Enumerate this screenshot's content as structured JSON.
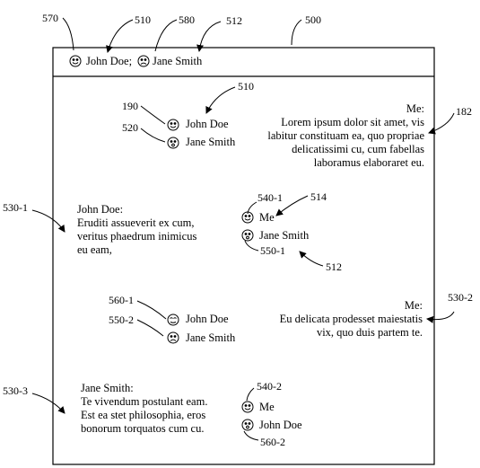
{
  "header": {
    "participant_1": "John Doe;",
    "participant_2": "Jane Smith"
  },
  "refs": {
    "r570": "570",
    "r510_top": "510",
    "r580": "580",
    "r512_top": "512",
    "r500": "500",
    "r510_mid": "510",
    "r190": "190",
    "r520": "520",
    "r182": "182",
    "r530_1": "530-1",
    "r540_1": "540-1",
    "r514": "514",
    "r550_1": "550-1",
    "r512_mid": "512",
    "r560_1": "560-1",
    "r550_2": "550-2",
    "r530_2": "530-2",
    "r530_3": "530-3",
    "r540_2": "540-2",
    "r560_2": "560-2"
  },
  "messages": [
    {
      "sender": "Me:",
      "lines": [
        "Lorem ipsum dolor sit amet, vis",
        "labitur constituam ea, quo propriae",
        "delicatissimi cu, cum fabellas",
        "laboramus elaboraret eu."
      ],
      "read_by": [
        "John Doe",
        "Jane Smith"
      ]
    },
    {
      "sender": "John Doe:",
      "lines": [
        "Eruditi assueverit ex cum,",
        "veritus phaedrum inimicus",
        "eu eam,"
      ],
      "read_by": [
        "Me",
        "Jane Smith"
      ]
    },
    {
      "sender": "Me:",
      "lines": [
        "Eu delicata prodesset maiestatis",
        "vix, quo duis partem te."
      ],
      "read_by": [
        "John Doe",
        "Jane Smith"
      ]
    },
    {
      "sender": "Jane Smith:",
      "lines": [
        "Te vivendum postulant eam.",
        "Est ea stet philosophia, eros",
        "bonorum torquatos cum cu."
      ],
      "read_by": [
        "Me",
        "John Doe"
      ]
    }
  ]
}
